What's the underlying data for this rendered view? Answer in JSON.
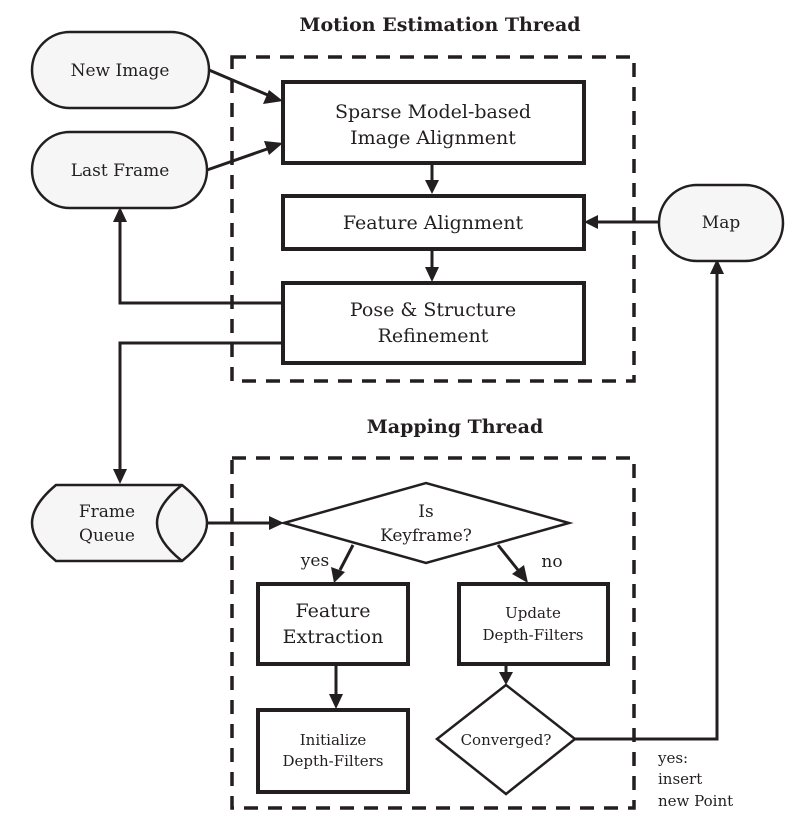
{
  "motion_thread": {
    "title": "Motion Estimation Thread",
    "sparse_alignment": [
      "Sparse Model-based",
      "Image Alignment"
    ],
    "feature_alignment": "Feature Alignment",
    "pose_refinement": [
      "Pose & Structure",
      "Refinement"
    ]
  },
  "mapping_thread": {
    "title": "Mapping Thread",
    "is_keyframe": [
      "Is",
      "Keyframe?"
    ],
    "yes_label": "yes",
    "no_label": "no",
    "feature_extraction": [
      "Feature",
      "Extraction"
    ],
    "initialize_filters": [
      "Initialize",
      "Depth-Filters"
    ],
    "update_filters": [
      "Update",
      "Depth-Filters"
    ],
    "converged": "Converged?",
    "converged_yes": [
      "yes:",
      "insert",
      "new Point"
    ]
  },
  "inputs": {
    "new_image": "New Image",
    "last_frame": "Last Frame",
    "map": "Map",
    "frame_queue": [
      "Frame",
      "Queue"
    ]
  },
  "colors": {
    "stroke": "#231f20",
    "terminal_fill": "#f6f6f6",
    "background": "#ffffff"
  }
}
